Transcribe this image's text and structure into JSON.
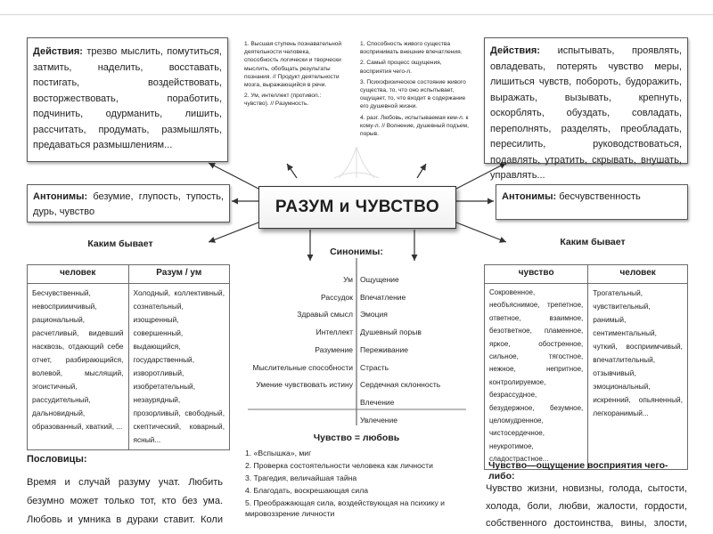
{
  "center_title": "РАЗУМ и ЧУВСТВО",
  "left_actions": {
    "label": "Действия:",
    "text": "трезво мыслить, помутиться, затмить, наделить, восставать, постигать, воздействовать, восторжествовать, поработить, подчинить, одурманить, лишить, рассчитать, продумать, размышлять, предаваться размышлениям..."
  },
  "right_actions": {
    "label": "Действия:",
    "text": "испытывать, проявлять, овладевать, потерять чувство меры, лишиться чувств, побороть, будоражить, выражать, вызывать, крепнуть, оскорблять, обуздать, совладать, переполнять, разделять, преобладать, пересилить, руководствоваться, подавлять, утратить, скрывать, внушать, управлять..."
  },
  "left_antonyms": {
    "label": "Антонимы:",
    "text": "безумие, глупость, тупость, дурь, чувство"
  },
  "right_antonyms": {
    "label": "Антонимы:",
    "text": "бесчувственность"
  },
  "razum_definitions": [
    "1. Высшая ступень познавательной деятельности человека, способность логически и творчески мыслить, обобщать результаты познания. // Продукт деятельности мозга, выражающийся в речи.",
    "2. Ум, интеллект (противоп.: чувство). // Разумность."
  ],
  "chuvstvo_definitions": [
    "1. Способность живого существа воспринимать внешние впечатления.",
    "2. Самый процесс ощущения, восприятия чего-л.",
    "3. Психофизическое состояние живого существа, то, что оно испытывает, ощущает, то, что входит в содержание его душевной жизни.",
    "4. разг. Любовь, испытываемая кем-л. к кому-л. // Волнение, душевный подъем, порыв."
  ],
  "left_kakim": "Каким бывает",
  "right_kakim": "Каким бывает",
  "synonyms": {
    "title": "Синонимы:",
    "left": [
      "Ум",
      "Рассудок",
      "Здравый смысл",
      "Интеллект",
      "Разумение",
      "Мыслительные способности",
      "Умение чувствовать истину"
    ],
    "right": [
      "Ощущение",
      "Впечатление",
      "Эмоция",
      "Душевный порыв",
      "Переживание",
      "Страсть",
      "Сердечная склонность",
      "Влечение",
      "Увлечение"
    ]
  },
  "left_table": {
    "headers": [
      "человек",
      "Разум / ум"
    ],
    "col1": "Бесчувственный, невосприимчивый, рациональный, расчетливый, видевший насквозь, отдающий себе отчет, разбирающийся, волевой, мыслящий, эгоистичный, рассудительный, дальновидный, образованный, хваткий, ...",
    "col2": "Холодный, коллективный, сознательный, изощренный, совершенный, выдающийся, государственный, изворотливый, изобретательный, незаурядный, прозорливый, свободный, скептический, коварный, ясный..."
  },
  "right_table": {
    "headers": [
      "чувство",
      "человек"
    ],
    "col1": "Сокровенное, необъяснимое, трепетное, ответное, взаимное, безответное, пламенное, яркое, обостренное, сильное, тягостное, нежное, непритное, контролируемое, безрассудное, безудержное, безумное, целомудренное, чистосердечное, неукротимое, сладострастное...",
    "col2": "Трогательный, чувствительный, ранимый, сентиментальный, чуткий, восприимчивый, впечатлительный, отзывчивый, эмоциональный, искренний, опьяненный, легкоранимый..."
  },
  "love": {
    "title": "Чувство = любовь",
    "items": [
      "1. «Вспышка», миг",
      "2. Проверка состоятельности человека как личности",
      "3. Трагедия, величайшая тайна",
      "4. Благодать, воскрешающая сила",
      "5. Преображающая сила, воздействующая на психику и мировоззрение личности"
    ]
  },
  "proverbs": {
    "title": "Пословицы:",
    "text": "Время и случай разуму учат. Любить безумно может только тот, кто без ума. Любовь и умника в дураки ставит. Коли что полюбится, так и ум отступится. Добрый разум не наживешь"
  },
  "perception": {
    "title": "Чувство—ощущение восприятия чего-либо:",
    "text": "Чувство жизни, новизны, голода, сытости, холода, боли, любви, жалости, гордости, собственного достоинства, вины, злости, зависти, скуки..."
  }
}
